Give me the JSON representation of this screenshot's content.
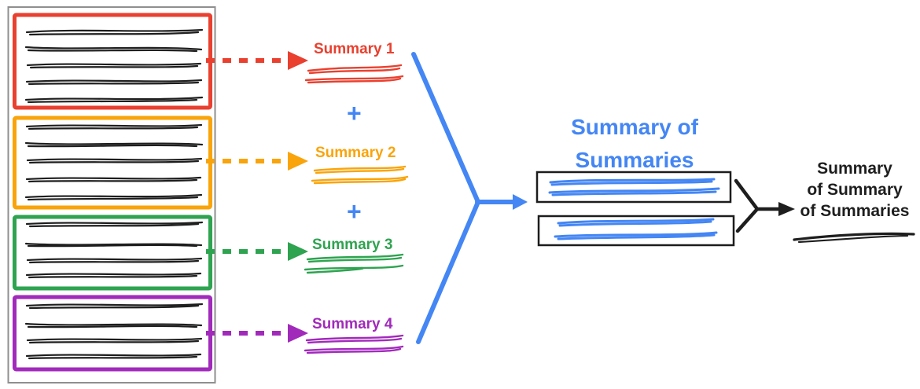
{
  "palette": {
    "red": "#E9402F",
    "yellow": "#F9A40A",
    "green": "#2EA350",
    "purple": "#A12ABB",
    "blue": "#4486F4",
    "ink": "#1E1E1E",
    "gray_border": "#8F8F8F"
  },
  "summaries": [
    {
      "label": "Summary 1",
      "color": "#E9402F"
    },
    {
      "label": "Summary 2",
      "color": "#F9A40A"
    },
    {
      "label": "Summary 3",
      "color": "#2EA350"
    },
    {
      "label": "Summary 4",
      "color": "#A12ABB"
    }
  ],
  "operators": {
    "plus_1": "+",
    "plus_2": "+"
  },
  "summary_of_summaries": {
    "title_lines": [
      "Summary of",
      "Summaries"
    ],
    "color": "#4486F4"
  },
  "final_summary": {
    "lines": [
      "Summary",
      "of Summary",
      "of Summaries"
    ],
    "color": "#1E1E1E"
  }
}
